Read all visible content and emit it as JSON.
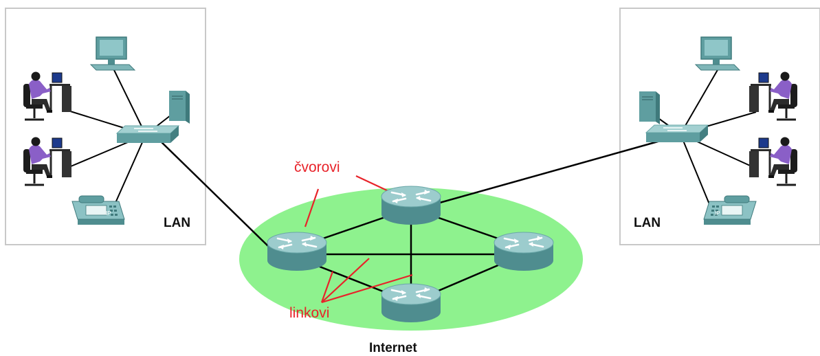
{
  "left_lan": {
    "label": "LAN"
  },
  "right_lan": {
    "label": "LAN"
  },
  "internet": {
    "label": "Internet"
  },
  "annotations": {
    "nodes_label": "čvorovi",
    "links_label": "linkovi"
  },
  "phone_marking": "IP",
  "colors": {
    "internet_cloud": "#8ef28e",
    "annotation": "#e8232a",
    "device_teal": "#5f9ea0",
    "router_top": "#a9d2d3",
    "lan_border": "#c8c8c8",
    "link": "#000000"
  }
}
